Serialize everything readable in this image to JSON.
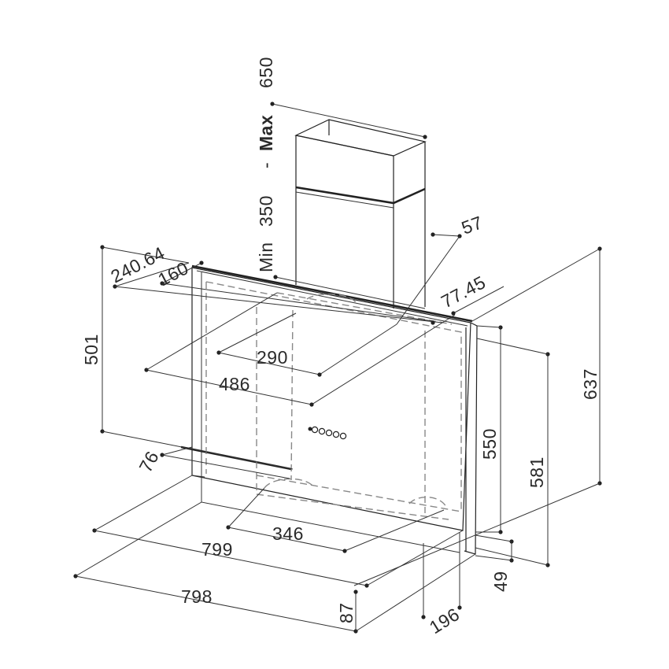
{
  "dimensions": {
    "chimney_min": "Min",
    "chimney_min_value": "350",
    "chimney_sep": "-",
    "chimney_max": "Max",
    "chimney_max_value": "650",
    "d_240_64": "240.64",
    "d_160": "160",
    "d_57": "57",
    "d_77_45": "77.45",
    "d_501": "501",
    "d_290": "290",
    "d_486": "486",
    "d_76": "76",
    "d_550": "550",
    "d_581": "581",
    "d_637": "637",
    "d_346": "346",
    "d_799": "799",
    "d_798": "798",
    "d_49": "49",
    "d_87": "87",
    "d_196": "196"
  }
}
